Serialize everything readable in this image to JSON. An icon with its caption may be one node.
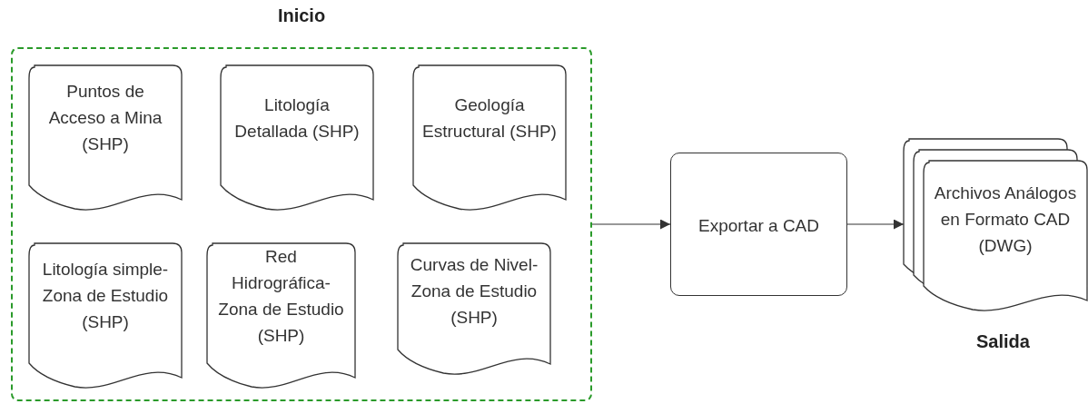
{
  "diagram": {
    "nodes": [
      {
        "text": [
          "Inicio"
        ]
      },
      {
        "text": [
          "Puntos de Acceso a Mina (SHP)"
        ],
        "in": 0
      },
      {
        "text": [
          "Litología Detallada (SHP)"
        ],
        "in": 0
      },
      {
        "text": [
          "Geología Estructural (SHP)"
        ],
        "in": 0
      },
      {
        "text": [
          "Litología simple- Zona de Estudio (SHP)"
        ],
        "in": 0
      },
      {
        "text": [
          "Red Hidrográfica- Zona de Estudio (SHP)"
        ],
        "in": 0
      },
      {
        "text": [
          "Curvas de Nivel- Zona de Estudio (SHP)"
        ],
        "in": 0
      },
      {
        "text": [
          "Exportar a CAD"
        ]
      },
      {
        "text": [
          "Archivos Análogos en Formato CAD (DWG)"
        ],
        "beside": [
          "Salida"
        ]
      }
    ],
    "edges": [
      {
        "from": 0,
        "to": 7,
        "arrow": "to"
      },
      {
        "from": 7,
        "to": 8,
        "arrow": "to"
      }
    ]
  }
}
